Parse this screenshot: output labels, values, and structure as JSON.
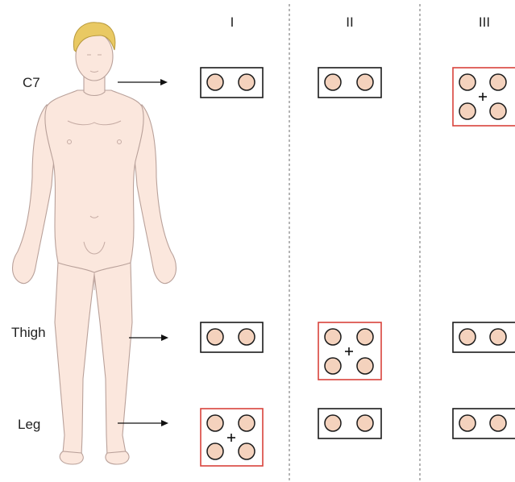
{
  "columns": [
    "I",
    "II",
    "III"
  ],
  "rows": [
    "C7",
    "Thigh",
    "Leg"
  ],
  "grid": [
    [
      "pair",
      "pair",
      "quad"
    ],
    [
      "pair",
      "quad",
      "pair"
    ],
    [
      "quad",
      "pair",
      "pair"
    ]
  ],
  "colors": {
    "reference_box": "#d9433b",
    "normal_box": "#1a1a1a",
    "electrode_fill": "#f4d2bd",
    "skin": "#fbe7dd",
    "hair": "#e9c963"
  },
  "icons": {
    "figure": "human-figure-front",
    "reference_marker": "plus"
  }
}
